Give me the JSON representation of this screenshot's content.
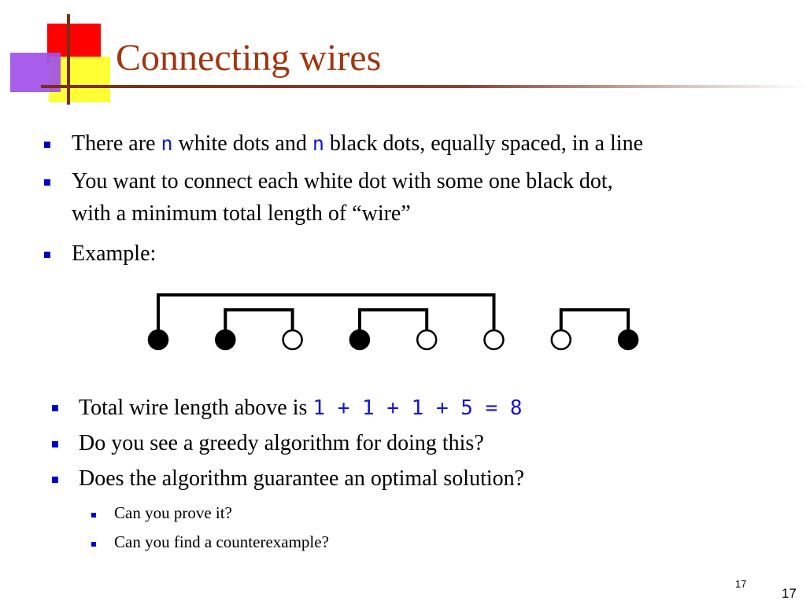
{
  "title": "Connecting wires",
  "bullets": {
    "b1": {
      "pre": "There are ",
      "var1": "n",
      "mid": " white dots and ",
      "var2": "n",
      "post": " black dots, equally spaced, in a line"
    },
    "b2": {
      "line1": "You want to connect each white dot with some one black dot,",
      "line2": "with a minimum total length of “wire”"
    },
    "b3": "Example:",
    "b4": {
      "pre": "Total wire length above is ",
      "formula": "1 + 1 + 1 + 5 = 8"
    },
    "b5": "Do you see a greedy algorithm for doing this?",
    "b6": "Does the algorithm guarantee an optimal solution?",
    "sub1": "Can you prove it?",
    "sub2": "Can you find a counterexample?"
  },
  "diagram": {
    "dots": [
      "black",
      "black",
      "white",
      "black",
      "white",
      "white",
      "white",
      "black"
    ],
    "connections": [
      [
        0,
        5
      ],
      [
        1,
        2
      ],
      [
        3,
        4
      ],
      [
        6,
        7
      ]
    ]
  },
  "colors": {
    "title": "#a0360f",
    "bullet": "#0000cc",
    "code": "#1414d8"
  },
  "slide_number": "17",
  "page_number": "17"
}
